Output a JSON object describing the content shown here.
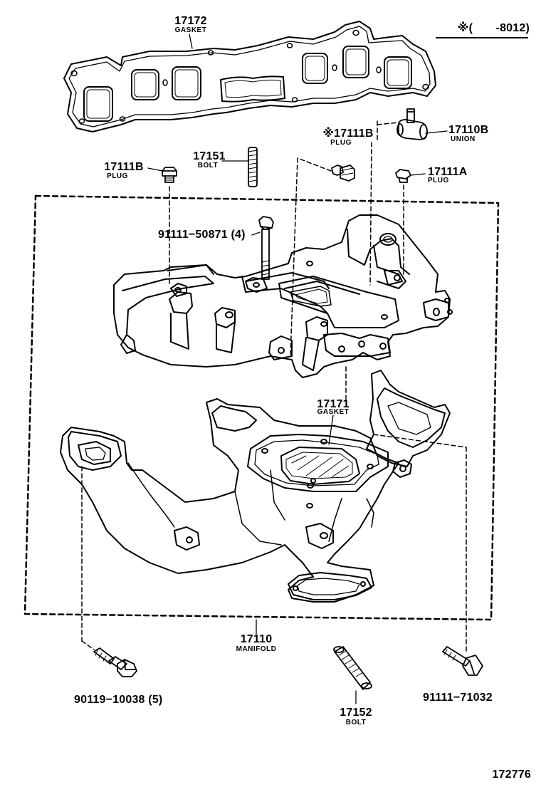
{
  "header_note": "※(　　-8012)",
  "figure_code": "172776",
  "parts": {
    "gasket_top": {
      "number": "17172",
      "name": "GASKET"
    },
    "bolt_17151": {
      "number": "17151",
      "name": "BOLT"
    },
    "plug_17111b_left": {
      "number": "17111B",
      "name": "PLUG"
    },
    "plug_17111b_center": {
      "number": "※17111B",
      "name": "PLUG"
    },
    "union_17110b": {
      "number": "17110B",
      "name": "UNION"
    },
    "plug_17111a": {
      "number": "17111A",
      "name": "PLUG"
    },
    "bolt_91111_50871": {
      "number": "91111−50871 (4)"
    },
    "gasket_17171": {
      "number": "17171",
      "name": "GASKET"
    },
    "manifold_17110": {
      "number": "17110",
      "name": "MANIFOLD"
    },
    "bolt_90119": {
      "number": "90119−10038 (5)"
    },
    "bolt_17152": {
      "number": "17152",
      "name": "BOLT"
    },
    "bolt_91111_71032": {
      "number": "91111−71032"
    }
  }
}
